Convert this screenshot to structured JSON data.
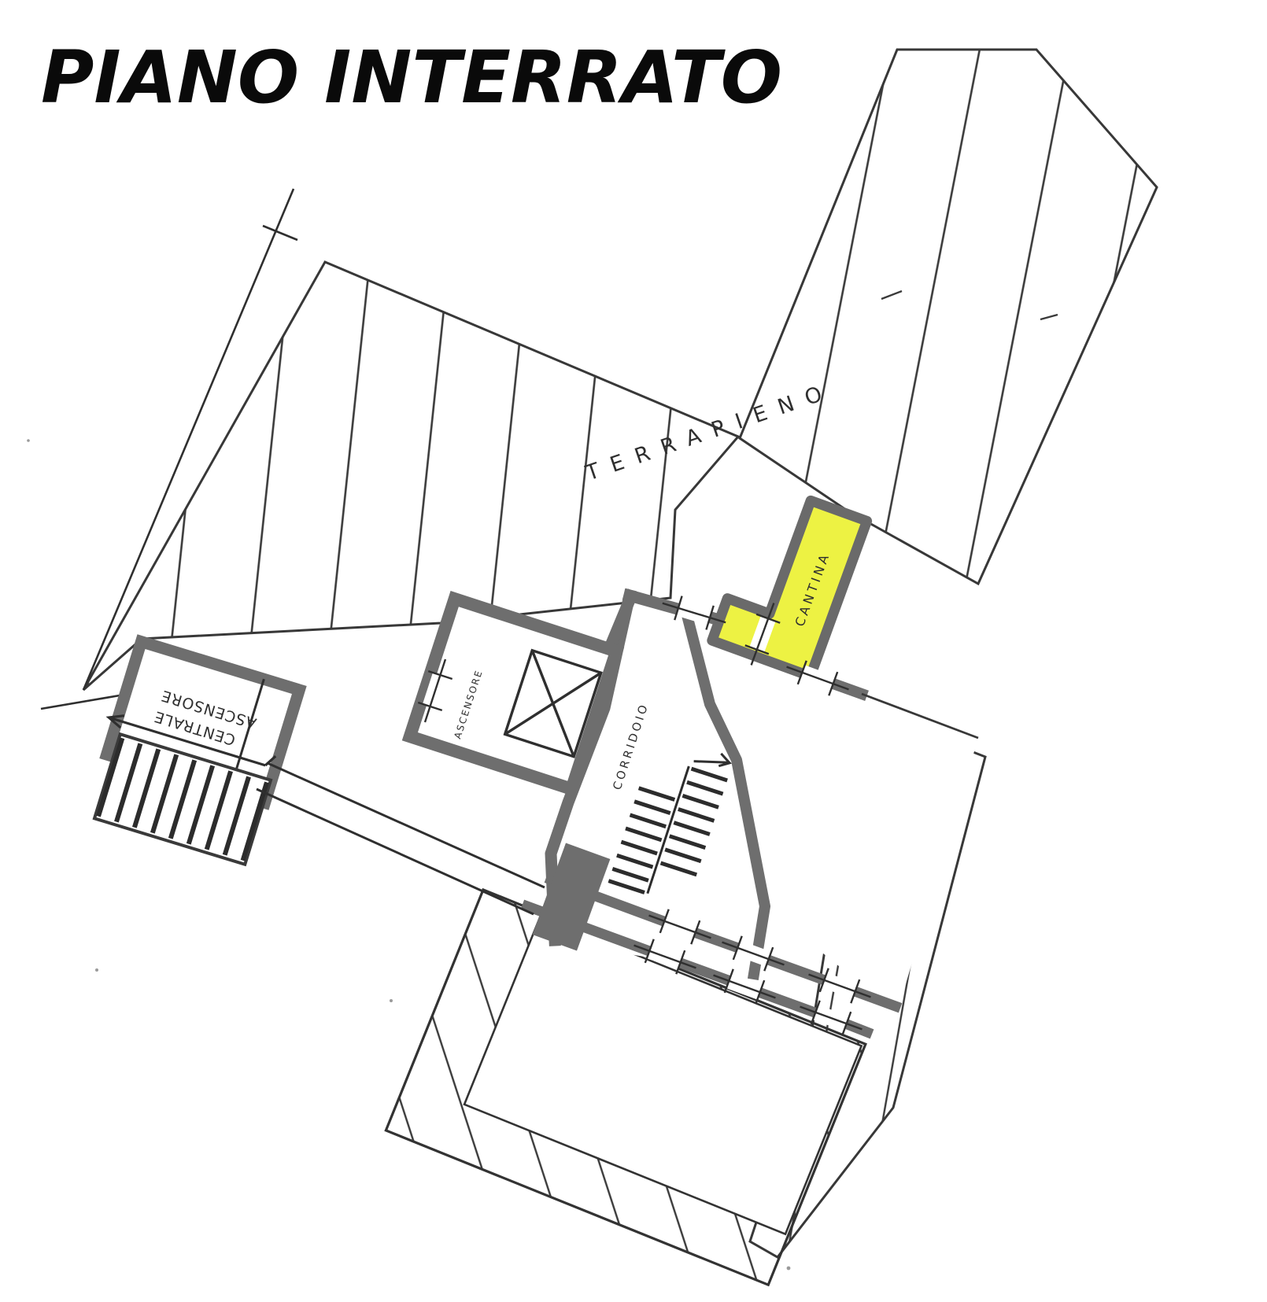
{
  "document": {
    "type": "architectural floor plan (scanned)",
    "title": "PIANO INTERRATO"
  },
  "plan": {
    "areas": {
      "terrapieno_label": "TERRAPIENO",
      "cantina_label": "CANTINA",
      "corridoio_label": "CORRIDOIO",
      "centrale_room_label_line1": "CENTRALE",
      "centrale_room_label_line2": "ASCENSORE",
      "ascensore_label": "ASCENSORE"
    },
    "highlight": {
      "room": "CANTINA",
      "color": "#edf243"
    },
    "colors": {
      "walls": "#6e6e6e",
      "ink": "#2f2f2f",
      "hatch": "#3a3a3a",
      "paper": "#ffffff"
    }
  }
}
